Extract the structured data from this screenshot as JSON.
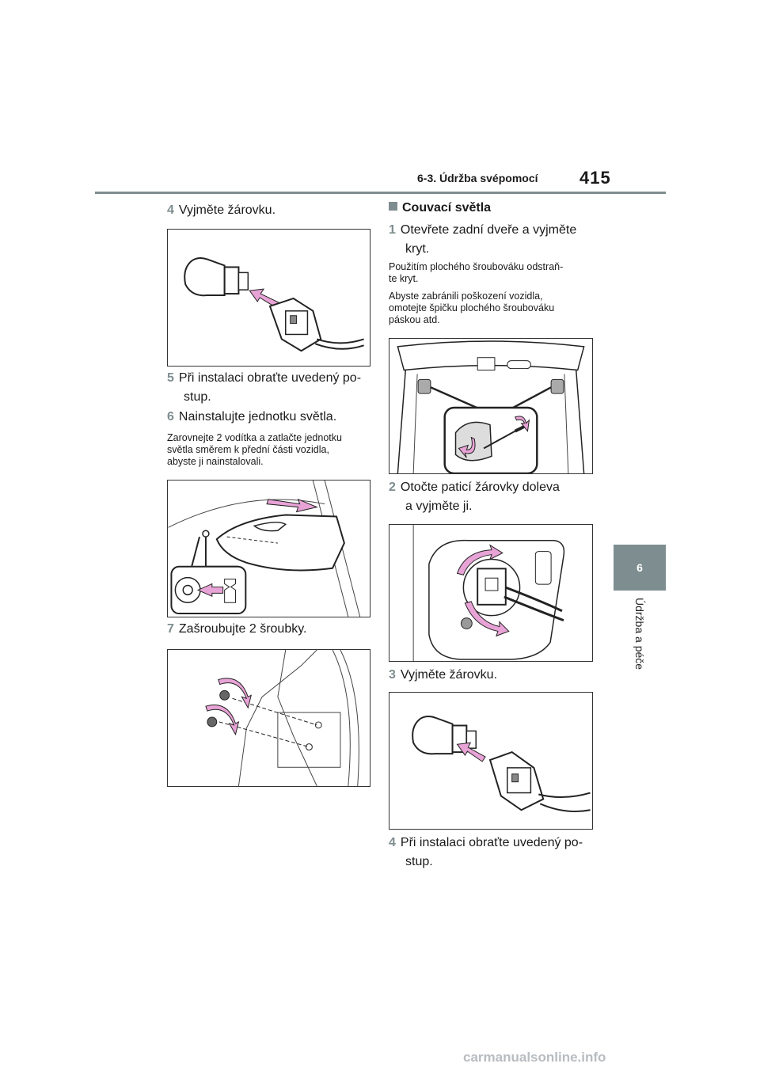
{
  "header": {
    "section": "6-3. Údržba svépomocí",
    "page_number": "415"
  },
  "chapter": {
    "number": "6",
    "title": "Údržba a péče"
  },
  "left": {
    "step4": {
      "num": "4",
      "text": "Vyjměte žárovku."
    },
    "step5": {
      "num": "5",
      "line1": "Při instalaci obraťte uvedený po-",
      "line2": "stup."
    },
    "step6": {
      "num": "6",
      "text": "Nainstalujte jednotku světla."
    },
    "note6": {
      "line1": "Zarovnejte 2 vodítka a zatlačte jednotku",
      "line2": "světla směrem k přední části vozidla,",
      "line3": "abyste ji nainstalovali."
    },
    "step7": {
      "num": "7",
      "text": "Zašroubujte 2 šroubky."
    }
  },
  "right": {
    "heading": "Couvací světla",
    "step1": {
      "num": "1",
      "line1": "Otevřete zadní dveře a vyjměte",
      "line2": "kryt."
    },
    "note1a": {
      "line1": "Použitím plochého šroubováku odstraň-",
      "line2": "te kryt."
    },
    "note1b": {
      "line1": "Abyste zabránili poškození vozidla,",
      "line2": "omotejte špičku plochého šroubováku",
      "line3": "páskou atd."
    },
    "step2": {
      "num": "2",
      "line1": "Otočte paticí žárovky doleva",
      "line2": "a vyjměte ji."
    },
    "step3": {
      "num": "3",
      "text": "Vyjměte žárovku."
    },
    "step4": {
      "num": "4",
      "line1": "Při instalaci obraťte uvedený po-",
      "line2": "stup."
    }
  },
  "watermark": "carmanualsonline.info",
  "colors": {
    "accent": "#7e8d8f",
    "arrow": "#e8a3d6",
    "text": "#1a1a1a"
  }
}
